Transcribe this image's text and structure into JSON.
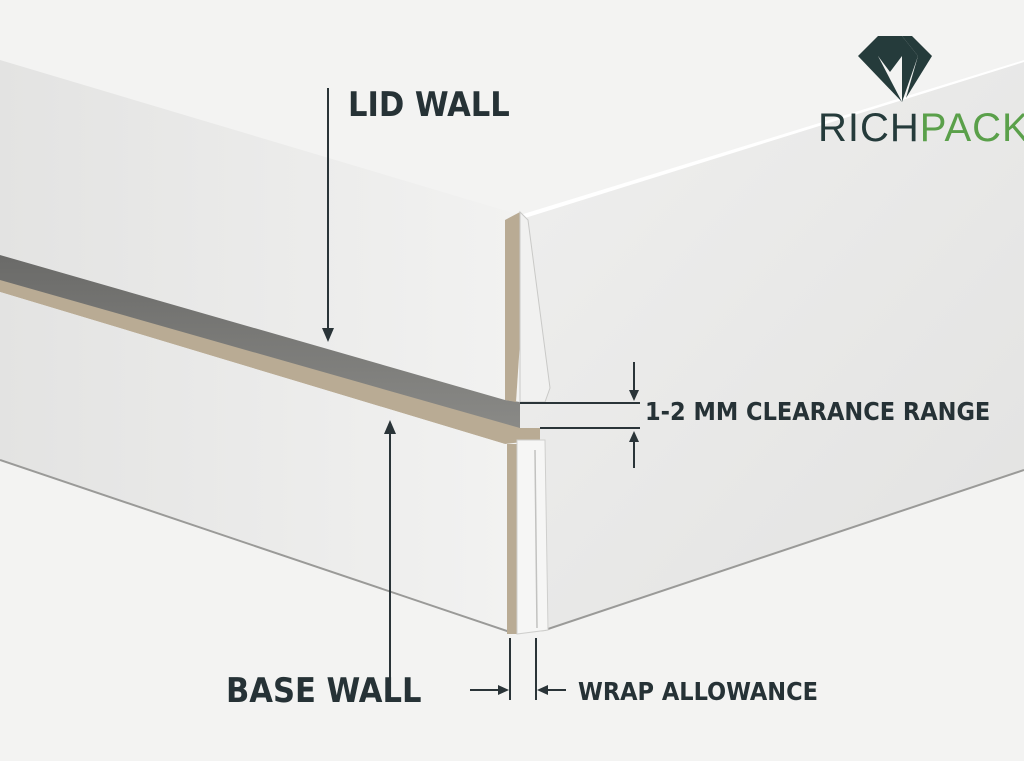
{
  "labels": {
    "lid_wall": "LID WALL",
    "base_wall": "BASE WALL",
    "clearance": "1-2 MM CLEARANCE RANGE",
    "wrap_allowance": "WRAP ALLOWANCE"
  },
  "logo": {
    "icon": "geometric-diamond-logo-icon",
    "brand_part1": "RICH",
    "brand_part2": "PACK"
  },
  "colors": {
    "brand_dark": "#253b3b",
    "brand_green": "#5aa04a",
    "board_edge": "#b9ab94",
    "label_text": "#263236"
  }
}
